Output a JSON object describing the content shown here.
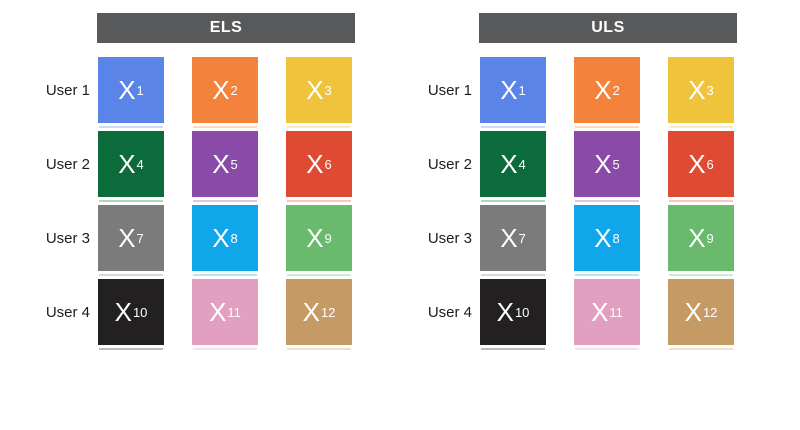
{
  "colors": {
    "page_bg": "#FFFFFF",
    "header_bg": "#58595B",
    "header_text": "#FFFFFF",
    "cell_text": "#FFFFFF",
    "label_text": "#1D1D1D"
  },
  "panels": [
    {
      "header_label": "ELS",
      "rows": [
        {
          "label": "User 1",
          "cells": [
            {
              "var": "X",
              "sub": "1",
              "color": "#5B84E8"
            },
            {
              "var": "X",
              "sub": "2",
              "color": "#F3823C"
            },
            {
              "var": "X",
              "sub": "3",
              "color": "#F0C33C"
            }
          ]
        },
        {
          "label": "User 2",
          "cells": [
            {
              "var": "X",
              "sub": "4",
              "color": "#0B6B3B"
            },
            {
              "var": "X",
              "sub": "5",
              "color": "#8A4AA8"
            },
            {
              "var": "X",
              "sub": "6",
              "color": "#DE4A32"
            }
          ]
        },
        {
          "label": "User 3",
          "cells": [
            {
              "var": "X",
              "sub": "7",
              "color": "#7B7B7B"
            },
            {
              "var": "X",
              "sub": "8",
              "color": "#0FA7EA"
            },
            {
              "var": "X",
              "sub": "9",
              "color": "#69BA6C"
            }
          ]
        },
        {
          "label": "User 4",
          "cells": [
            {
              "var": "X",
              "sub": "10",
              "color": "#232021"
            },
            {
              "var": "X",
              "sub": "11",
              "color": "#E2A0C0"
            },
            {
              "var": "X",
              "sub": "12",
              "color": "#C69A64"
            }
          ]
        }
      ]
    },
    {
      "header_label": "ULS",
      "rows": [
        {
          "label": "User 1",
          "cells": [
            {
              "var": "X",
              "sub": "1",
              "color": "#5B84E8"
            },
            {
              "var": "X",
              "sub": "2",
              "color": "#F3823C"
            },
            {
              "var": "X",
              "sub": "3",
              "color": "#F0C33C"
            }
          ]
        },
        {
          "label": "User 2",
          "cells": [
            {
              "var": "X",
              "sub": "4",
              "color": "#0B6B3B"
            },
            {
              "var": "X",
              "sub": "5",
              "color": "#8A4AA8"
            },
            {
              "var": "X",
              "sub": "6",
              "color": "#DE4A32"
            }
          ]
        },
        {
          "label": "User 3",
          "cells": [
            {
              "var": "X",
              "sub": "7",
              "color": "#7B7B7B"
            },
            {
              "var": "X",
              "sub": "8",
              "color": "#0FA7EA"
            },
            {
              "var": "X",
              "sub": "9",
              "color": "#69BA6C"
            }
          ]
        },
        {
          "label": "User 4",
          "cells": [
            {
              "var": "X",
              "sub": "10",
              "color": "#232021"
            },
            {
              "var": "X",
              "sub": "11",
              "color": "#E2A0C0"
            },
            {
              "var": "X",
              "sub": "12",
              "color": "#C69A64"
            }
          ]
        }
      ]
    }
  ]
}
